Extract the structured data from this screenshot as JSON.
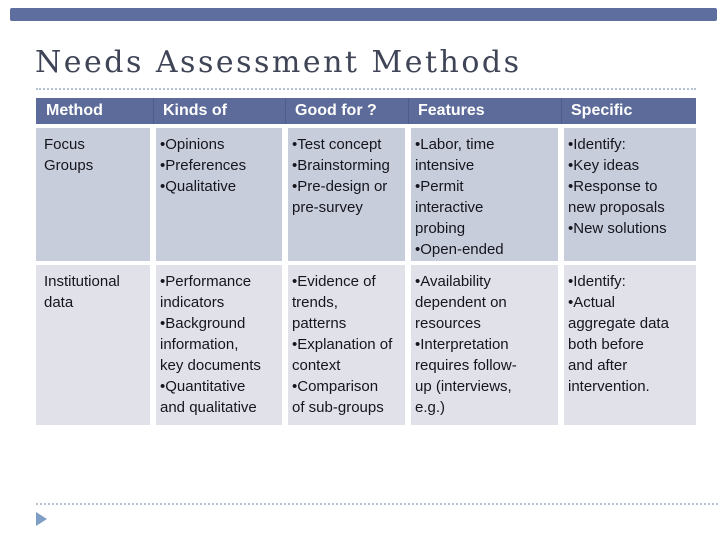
{
  "slide": {
    "title": "Needs Assessment Methods"
  },
  "colors": {
    "accent_bar": "#5e6e9e",
    "table_header_bg": "#5c6b99",
    "header_separator": "#4d5c8b",
    "row_focus_groups_bg": "#c8cddc",
    "row_institutional_bg": "#e0e1e9",
    "dotted_line": "#b5c2d2",
    "arrow": "#7f9ec5",
    "title_text": "#3f4557",
    "header_text": "#ffffff",
    "body_text": "#15151d"
  },
  "table": {
    "headers": [
      "Method",
      "Kinds of",
      "Good for ?",
      "Features",
      "Specific"
    ],
    "rows": [
      {
        "method_lines": [
          "Focus",
          "Groups"
        ],
        "kinds_of_lines": [
          "•Opinions",
          "•Preferences",
          "•Qualitative"
        ],
        "good_for_lines": [
          "•Test concept",
          "•Brainstorming",
          "•Pre-design or",
          "pre-survey"
        ],
        "features_lines": [
          "•Labor, time",
          "intensive",
          "•Permit",
          "interactive",
          "probing",
          "•Open-ended"
        ],
        "specific_lines": [
          "•Identify:",
          "•Key ideas",
          "•Response to",
          "new proposals",
          "•New solutions"
        ]
      },
      {
        "method_lines": [
          "Institutional",
          "data"
        ],
        "kinds_of_lines": [
          "•Performance",
          "indicators",
          "•Background",
          "information,",
          "key documents",
          "•Quantitative",
          "and qualitative"
        ],
        "good_for_lines": [
          "•Evidence of",
          "trends,",
          "patterns",
          "•Explanation of",
          "context",
          "•Comparison",
          "of sub-groups"
        ],
        "features_lines": [
          "•Availability",
          "dependent on",
          "resources",
          "•Interpretation",
          "requires follow-",
          "up (interviews,",
          "e.g.)"
        ],
        "specific_lines": [
          "•Identify:",
          "•Actual",
          "aggregate data",
          "both before",
          "and after",
          "intervention."
        ]
      }
    ]
  }
}
